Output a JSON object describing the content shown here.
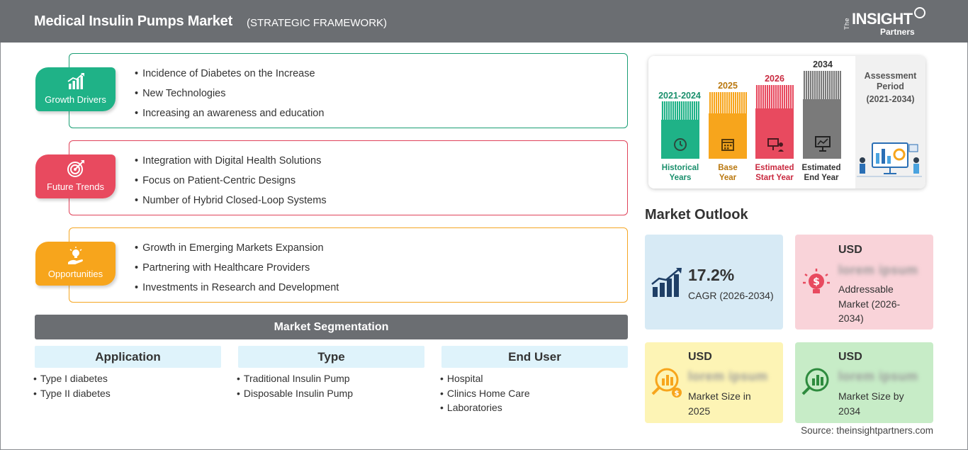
{
  "header": {
    "title": "Medical Insulin Pumps Market",
    "subtitle": "(STRATEGIC FRAMEWORK)",
    "logo": {
      "the": "The",
      "insight": "INSIGHT",
      "partners": "Partners"
    }
  },
  "framework": [
    {
      "badge": "Growth Drivers",
      "icon": "bar-growth-icon",
      "color": "#1fb287",
      "items": [
        "Incidence of Diabetes on the Increase",
        "New Technologies",
        "Increasing an awareness and education"
      ]
    },
    {
      "badge": "Future Trends",
      "icon": "target-icon",
      "color": "#e84a5f",
      "items": [
        "Integration with Digital Health Solutions",
        "Focus on Patient-Centric Designs",
        "Number of Hybrid Closed-Loop Systems"
      ]
    },
    {
      "badge": "Opportunities",
      "icon": "lightbulb-hand-icon",
      "color": "#f7a51c",
      "items": [
        "Growth in Emerging Markets Expansion",
        "Partnering with Healthcare Providers",
        "Investments in Research and Development"
      ]
    }
  ],
  "segmentation": {
    "title": "Market Segmentation",
    "columns": [
      {
        "header": "Application",
        "items": [
          "Type I diabetes",
          "Type II diabetes"
        ]
      },
      {
        "header": "Type",
        "items": [
          "Traditional Insulin Pump",
          "Disposable Insulin Pump"
        ]
      },
      {
        "header": "End User",
        "items": [
          "Hospital",
          "Clinics Home Care",
          "Laboratories"
        ]
      }
    ]
  },
  "assessment": {
    "title": "Assessment Period",
    "range": "(2021-2034)",
    "bars": [
      {
        "year": "2021-2024",
        "label1": "Historical",
        "label2": "Years",
        "color": "#1fb287",
        "year_color": "#1a8f6c",
        "icon": "history-clock-icon"
      },
      {
        "year": "2025",
        "label1": "Base",
        "label2": "Year",
        "color": "#f7a51c",
        "year_color": "#b9770e",
        "icon": "calendar-icon"
      },
      {
        "year": "2026",
        "label1": "Estimated",
        "label2": "Start Year",
        "color": "#e84a5f",
        "year_color": "#c9293f",
        "icon": "presentation-icon"
      },
      {
        "year": "2034",
        "label1": "Estimated",
        "label2": "End Year",
        "color": "#7a7a7a",
        "year_color": "#333333",
        "icon": "monitor-chart-icon"
      }
    ]
  },
  "outlook": {
    "title": "Market Outlook",
    "cagr": {
      "value": "17.2%",
      "label": "CAGR (2026-2034)",
      "bg": "#d7eaf5"
    },
    "addressable": {
      "usd": "USD",
      "value": "lorem ipsum",
      "label": "Addressable Market (2026-2034)",
      "label_lines": [
        "Addressable",
        "Market (2026-",
        "2034)"
      ],
      "bg": "#f9d3d9"
    },
    "size2025": {
      "usd": "USD",
      "value": "lorem ipsum",
      "label_lines": [
        "Market Size in",
        "2025"
      ],
      "bg": "#fdf4b5"
    },
    "size2034": {
      "usd": "USD",
      "value": "lorem ipsum",
      "label_lines": [
        "Market Size by",
        "2034"
      ],
      "bg": "#c7ecc7"
    }
  },
  "source": "Source: theinsightpartners.com"
}
